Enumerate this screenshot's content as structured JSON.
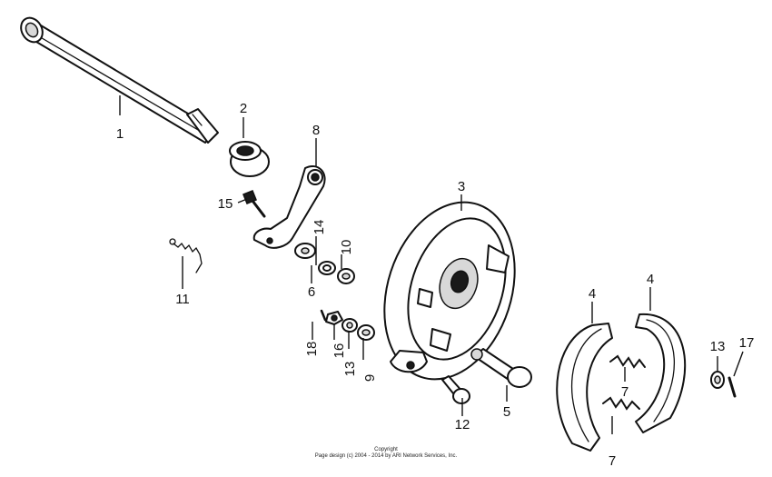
{
  "callouts": [
    {
      "id": "c1",
      "label": "1"
    },
    {
      "id": "c2",
      "label": "2"
    },
    {
      "id": "c3",
      "label": "3"
    },
    {
      "id": "c4a",
      "label": "4"
    },
    {
      "id": "c4b",
      "label": "4"
    },
    {
      "id": "c5",
      "label": "5"
    },
    {
      "id": "c6",
      "label": "6"
    },
    {
      "id": "c7a",
      "label": "7"
    },
    {
      "id": "c7b",
      "label": "7"
    },
    {
      "id": "c8",
      "label": "8"
    },
    {
      "id": "c9",
      "label": "9"
    },
    {
      "id": "c10",
      "label": "10"
    },
    {
      "id": "c11",
      "label": "11"
    },
    {
      "id": "c12",
      "label": "12"
    },
    {
      "id": "c13a",
      "label": "13"
    },
    {
      "id": "c13b",
      "label": "13"
    },
    {
      "id": "c14",
      "label": "14"
    },
    {
      "id": "c15",
      "label": "15"
    },
    {
      "id": "c16",
      "label": "16"
    },
    {
      "id": "c17",
      "label": "17"
    },
    {
      "id": "c18",
      "label": "18"
    }
  ],
  "footer": {
    "line1": "Copyright",
    "line2": "Page design (c) 2004 - 2014 by ARI Network Services, Inc."
  }
}
